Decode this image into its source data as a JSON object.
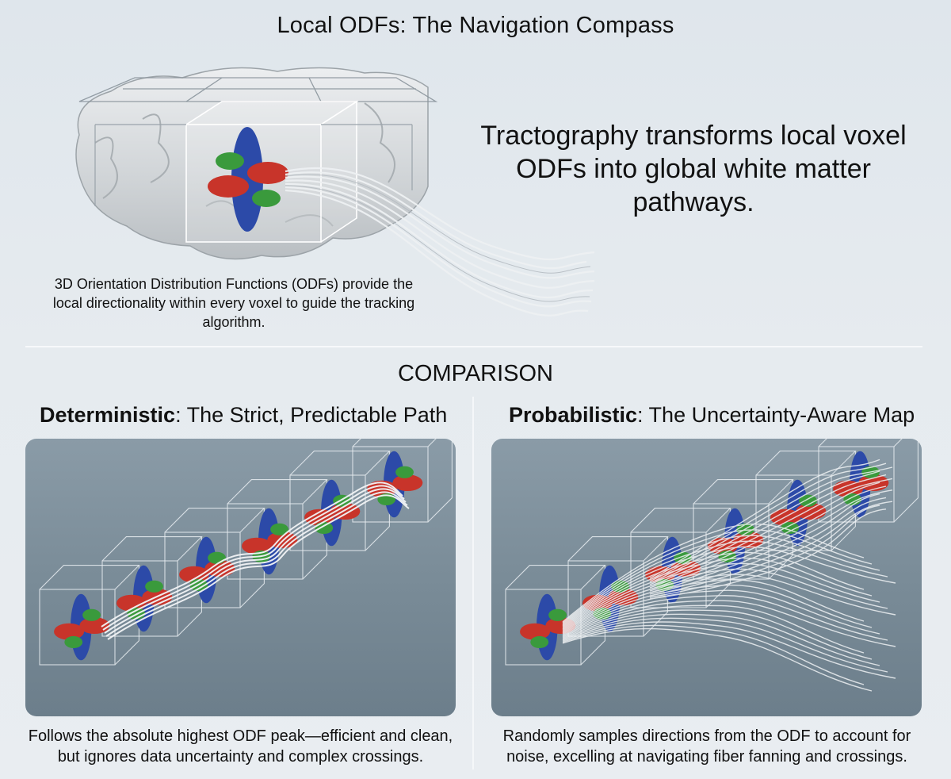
{
  "header": {
    "title": "Local ODFs: The Navigation Compass",
    "tagline": "Tractography transforms local voxel ODFs into global white matter pathways.",
    "odf_caption": "3D Orientation Distribution Functions (ODFs) provide the local directionality within every voxel to guide the tracking algorithm."
  },
  "comparison": {
    "heading": "COMPARISON",
    "deterministic": {
      "title_bold": "Deterministic",
      "title_rest": ": The Strict, Predictable Path",
      "caption": "Follows the absolute highest ODF peak—efficient and clean, but ignores data uncertainty and complex crossings."
    },
    "probabilistic": {
      "title_bold": "Probabilistic",
      "title_rest": ": The Uncertainty-Aware Map",
      "caption": "Randomly samples directions from the ODF to account for noise, excelling at navigating fiber fanning and crossings."
    }
  },
  "colors": {
    "lobe_blue": "#2c4aa8",
    "lobe_red": "#c8342a",
    "lobe_green": "#3a9a3c",
    "panel_bg": "#7c8e9a",
    "fiber": "#f2f4f6"
  },
  "icons": [
    "brain-tissue-illustration",
    "voxel-cube",
    "odf-glyph",
    "fiber-streamlines"
  ]
}
